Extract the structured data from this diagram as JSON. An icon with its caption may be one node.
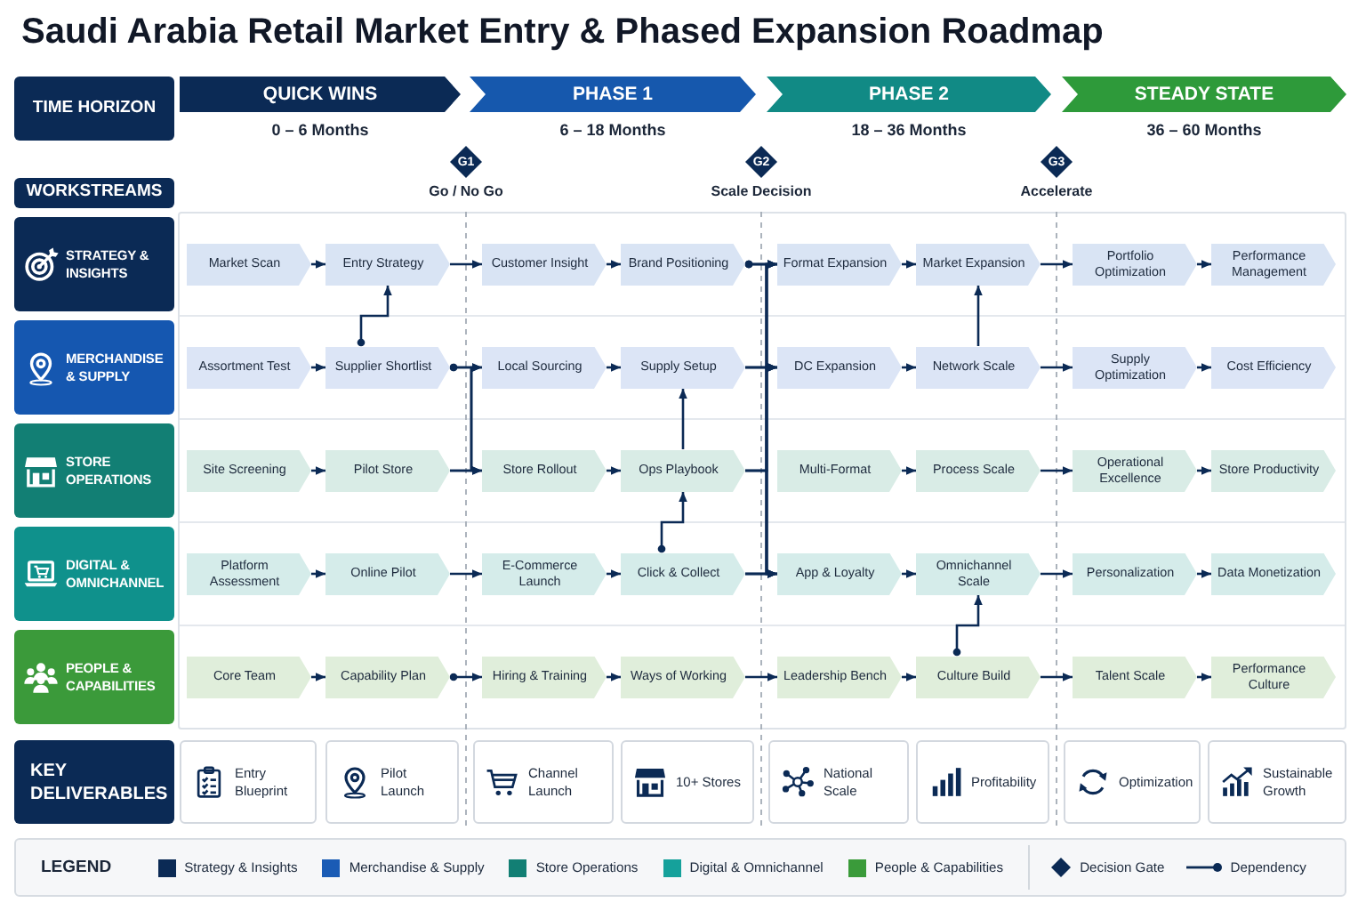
{
  "diagram": {
    "title": "Saudi Arabia Retail Market Entry & Phased Expansion Roadmap",
    "nodes": [
      {
        "text": [
          "TIME HORIZON"
        ]
      },
      {
        "text": [
          "QUICK WINS"
        ],
        "beside": [
          "0 – 6 Months"
        ]
      },
      {
        "text": [
          "PHASE 1"
        ],
        "beside": [
          "6 – 18 Months"
        ]
      },
      {
        "text": [
          "PHASE 2"
        ],
        "beside": [
          "18 – 36 Months"
        ]
      },
      {
        "text": [
          "STEADY STATE"
        ],
        "beside": [
          "36 – 60 Months"
        ]
      },
      {
        "text": [
          "G1"
        ],
        "beside": [
          "Go / No Go"
        ]
      },
      {
        "text": [
          "G2"
        ],
        "beside": [
          "Scale Decision"
        ]
      },
      {
        "text": [
          "G3"
        ],
        "beside": [
          "Accelerate"
        ]
      },
      {
        "text": [
          "WORKSTREAMS"
        ]
      },
      {
        "text": [
          "STRATEGY & INSIGHTS"
        ]
      },
      {
        "text": [
          "Market Scan"
        ]
      },
      {
        "text": [
          "Entry Strategy"
        ]
      },
      {
        "text": [
          "Customer Insight"
        ]
      },
      {
        "text": [
          "Brand Positioning"
        ]
      },
      {
        "text": [
          "Format Expansion"
        ]
      },
      {
        "text": [
          "Market Expansion"
        ]
      },
      {
        "text": [
          "Portfolio Optimization"
        ]
      },
      {
        "text": [
          "Performance Management"
        ]
      },
      {
        "text": [
          "MERCHANDISE & SUPPLY"
        ]
      },
      {
        "text": [
          "Assortment Test"
        ]
      },
      {
        "text": [
          "Supplier Shortlist"
        ]
      },
      {
        "text": [
          "Local Sourcing"
        ]
      },
      {
        "text": [
          "Supply Setup"
        ]
      },
      {
        "text": [
          "DC Expansion"
        ]
      },
      {
        "text": [
          "Network Scale"
        ]
      },
      {
        "text": [
          "Supply Optimization"
        ]
      },
      {
        "text": [
          "Cost Efficiency"
        ]
      },
      {
        "text": [
          "STORE OPERATIONS"
        ]
      },
      {
        "text": [
          "Site Screening"
        ]
      },
      {
        "text": [
          "Pilot Store"
        ]
      },
      {
        "text": [
          "Store Rollout"
        ]
      },
      {
        "text": [
          "Ops Playbook"
        ]
      },
      {
        "text": [
          "Multi-Format"
        ]
      },
      {
        "text": [
          "Process Scale"
        ]
      },
      {
        "text": [
          "Operational Excellence"
        ]
      },
      {
        "text": [
          "Store Productivity"
        ]
      },
      {
        "text": [
          "DIGITAL & OMNICHANNEL"
        ]
      },
      {
        "text": [
          "Platform Assessment"
        ]
      },
      {
        "text": [
          "Online Pilot"
        ]
      },
      {
        "text": [
          "E-Commerce Launch"
        ]
      },
      {
        "text": [
          "Click & Collect"
        ]
      },
      {
        "text": [
          "App & Loyalty"
        ]
      },
      {
        "text": [
          "Omnichannel Scale"
        ]
      },
      {
        "text": [
          "Personalization"
        ]
      },
      {
        "text": [
          "Data Monetization"
        ]
      },
      {
        "text": [
          "PEOPLE & CAPABILITIES"
        ]
      },
      {
        "text": [
          "Core Team"
        ]
      },
      {
        "text": [
          "Capability Plan"
        ]
      },
      {
        "text": [
          "Hiring & Training"
        ]
      },
      {
        "text": [
          "Ways of Working"
        ]
      },
      {
        "text": [
          "Leadership Bench"
        ]
      },
      {
        "text": [
          "Culture Build"
        ]
      },
      {
        "text": [
          "Talent Scale"
        ]
      },
      {
        "text": [
          "Performance Culture"
        ]
      },
      {
        "text": [
          "KEY DELIVERABLES"
        ]
      },
      {
        "text": [
          "Entry Blueprint"
        ]
      },
      {
        "text": [
          "Pilot Launch"
        ]
      },
      {
        "text": [
          "Channel Launch"
        ]
      },
      {
        "text": [
          "10+ Stores"
        ]
      },
      {
        "text": [
          "National Scale"
        ]
      },
      {
        "text": [
          "Profitability"
        ]
      },
      {
        "text": [
          "Optimization"
        ]
      },
      {
        "text": [
          "Sustainable Growth"
        ]
      }
    ],
    "edges": [
      {
        "from": 10,
        "to": 11,
        "arrow": "to"
      },
      {
        "from": 11,
        "to": 12,
        "arrow": "to"
      },
      {
        "from": 12,
        "to": 13,
        "arrow": "to"
      },
      {
        "from": 13,
        "to": 14,
        "arrow": "to"
      },
      {
        "from": 14,
        "to": 15,
        "arrow": "to"
      },
      {
        "from": 15,
        "to": 16,
        "arrow": "to"
      },
      {
        "from": 16,
        "to": 17,
        "arrow": "to"
      },
      {
        "from": 19,
        "to": 20,
        "arrow": "to"
      },
      {
        "from": 20,
        "to": 21,
        "arrow": "to"
      },
      {
        "from": 21,
        "to": 22,
        "arrow": "to"
      },
      {
        "from": 22,
        "to": 23,
        "arrow": "to"
      },
      {
        "from": 23,
        "to": 24,
        "arrow": "to"
      },
      {
        "from": 24,
        "to": 25,
        "arrow": "to"
      },
      {
        "from": 25,
        "to": 26,
        "arrow": "to"
      },
      {
        "from": 28,
        "to": 29,
        "arrow": "to"
      },
      {
        "from": 29,
        "to": 30,
        "arrow": "to"
      },
      {
        "from": 30,
        "to": 31,
        "arrow": "to"
      },
      {
        "from": 32,
        "to": 33,
        "arrow": "to"
      },
      {
        "from": 33,
        "to": 34,
        "arrow": "to"
      },
      {
        "from": 34,
        "to": 35,
        "arrow": "to"
      },
      {
        "from": 37,
        "to": 38,
        "arrow": "to"
      },
      {
        "from": 38,
        "to": 39,
        "arrow": "to"
      },
      {
        "from": 39,
        "to": 40,
        "arrow": "to"
      },
      {
        "from": 40,
        "to": 41,
        "arrow": "to"
      },
      {
        "from": 41,
        "to": 42,
        "arrow": "to"
      },
      {
        "from": 42,
        "to": 43,
        "arrow": "to"
      },
      {
        "from": 43,
        "to": 44,
        "arrow": "to"
      },
      {
        "from": 46,
        "to": 47,
        "arrow": "to"
      },
      {
        "from": 47,
        "to": 48,
        "arrow": "to"
      },
      {
        "from": 48,
        "to": 49,
        "arrow": "to"
      },
      {
        "from": 49,
        "to": 50,
        "arrow": "to"
      },
      {
        "from": 50,
        "to": 51,
        "arrow": "to"
      },
      {
        "from": 51,
        "to": 52,
        "arrow": "to"
      },
      {
        "from": 52,
        "to": 53,
        "arrow": "to"
      },
      {
        "from": 20,
        "to": 11,
        "arrow": "to"
      },
      {
        "from": 31,
        "to": 22,
        "arrow": "to"
      },
      {
        "from": 40,
        "to": 31,
        "arrow": "to"
      },
      {
        "from": 24,
        "to": 15,
        "arrow": "to"
      },
      {
        "from": 51,
        "to": 42,
        "arrow": "to"
      },
      {
        "from": 20,
        "to": 30,
        "arrow": "to"
      },
      {
        "from": 29,
        "to": 21,
        "arrow": "to"
      },
      {
        "from": 13,
        "to": 23,
        "arrow": "to"
      },
      {
        "from": 13,
        "to": 41,
        "arrow": "to"
      },
      {
        "from": 22,
        "to": 14,
        "arrow": "to"
      },
      {
        "from": 22,
        "to": 41,
        "arrow": "to"
      },
      {
        "from": 31,
        "to": 14,
        "arrow": "to"
      },
      {
        "from": 31,
        "to": 23,
        "arrow": "to"
      },
      {
        "from": 31,
        "to": 41,
        "arrow": "to"
      },
      {
        "from": 40,
        "to": 14,
        "arrow": "to"
      },
      {
        "from": 40,
        "to": 23,
        "arrow": "to"
      }
    ],
    "labels": [
      "LEGEND"
    ],
    "legend": [
      {
        "text": "Strategy & Insights",
        "color": "#0b2a55"
      },
      {
        "text": "Merchandise & Supply",
        "color": "#1a5bb5"
      },
      {
        "text": "Store Operations",
        "color": "#127f74"
      },
      {
        "text": "Digital & Omnichannel",
        "color": "#15a19b"
      },
      {
        "text": "People & Capabilities",
        "color": "#3a9b3a"
      },
      {
        "text": "Decision Gate"
      },
      {
        "text": "Dependency"
      }
    ]
  }
}
